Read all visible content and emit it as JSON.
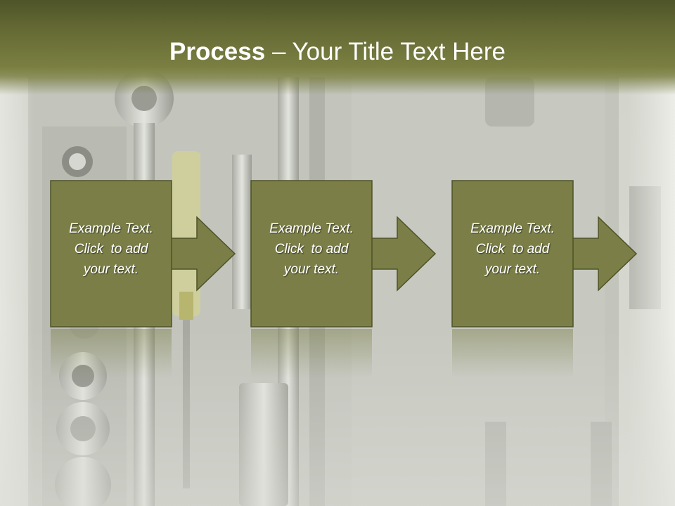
{
  "slide": {
    "title_bold": "Process",
    "title_dash": " – ",
    "title_rest": "Your Title Text Here"
  },
  "process": {
    "steps": [
      {
        "lines": [
          "Example Text.",
          "Click  to add",
          "your text."
        ]
      },
      {
        "lines": [
          "Example Text.",
          "Click  to add",
          "your text."
        ]
      },
      {
        "lines": [
          "Example Text.",
          "Click  to add",
          "your text."
        ]
      }
    ]
  },
  "colors": {
    "box_fill": "#7b7f47",
    "box_stroke": "#4e5227",
    "title_band": "#6e7338",
    "text": "#ffffff"
  }
}
